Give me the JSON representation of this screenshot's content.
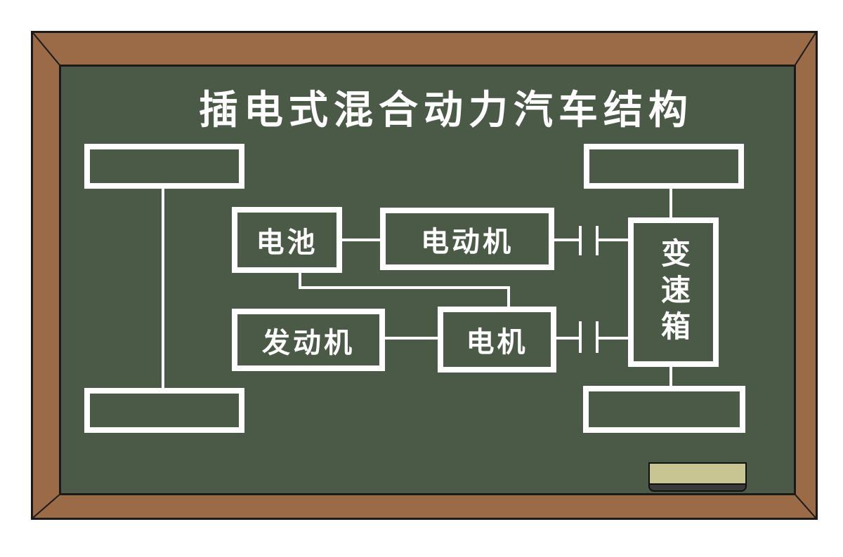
{
  "title": "插电式混合动力汽车结构",
  "components": {
    "battery": "电池",
    "electric_motor": "电动机",
    "engine": "发动机",
    "generator": "电机",
    "gearbox": "变速箱"
  },
  "colors": {
    "board": "#4b5a47",
    "frame": "#9b6b47",
    "chalk": "#ffffff",
    "eraser": "#c8c593"
  }
}
